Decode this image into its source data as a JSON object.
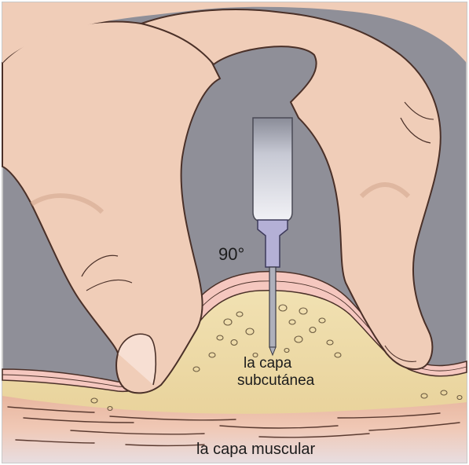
{
  "labels": {
    "angle": "90°",
    "subcutaneous_line1": "la capa",
    "subcutaneous_line2": "subcutánea",
    "muscle": "la capa muscular"
  },
  "colors": {
    "background": "#8f8f98",
    "skin": "#f0cdb8",
    "skin_shadow": "#d4a990",
    "skin_outline": "#4a3028",
    "dermis": "#f6c6bf",
    "fat": "#efdcaa",
    "muscle": "#d8a890",
    "needle_barrel": "#dcdde6",
    "needle_hub": "#b4b0d6"
  },
  "icons": [
    "hand-pinch-illustration",
    "syringe-icon"
  ]
}
